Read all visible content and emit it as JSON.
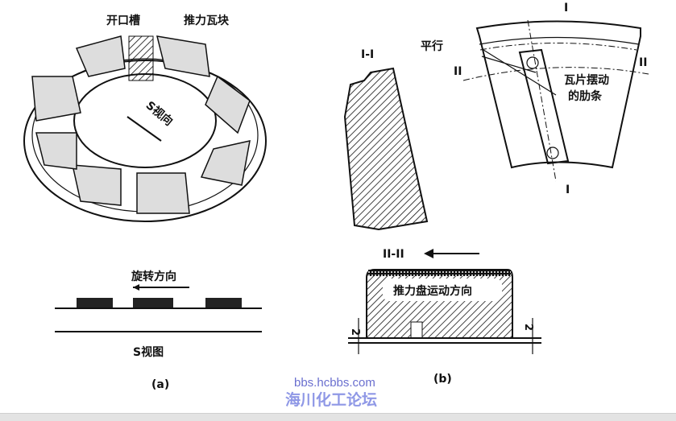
{
  "figure_a": {
    "label_slot": "开口槽",
    "label_pad": "推力瓦块",
    "label_s_view_dir": "S视向",
    "label_rotation": "旋转方向",
    "label_s_view": "S视图",
    "caption": "(a)"
  },
  "figure_b": {
    "section_1": "I-I",
    "label_parallel": "平行",
    "mark_I_top": "I",
    "mark_I_bottom": "I",
    "mark_II_left": "II",
    "mark_II_right": "II",
    "label_rib_line1": "瓦片摆动",
    "label_rib_line2": "的肋条",
    "section_2": "II-II",
    "label_motion": "推力盘运动方向",
    "dim_left": "2",
    "dim_right": "2",
    "caption": "(b)"
  },
  "watermark": {
    "url": "bbs.hcbbs.com",
    "name": "海川化工论坛"
  }
}
